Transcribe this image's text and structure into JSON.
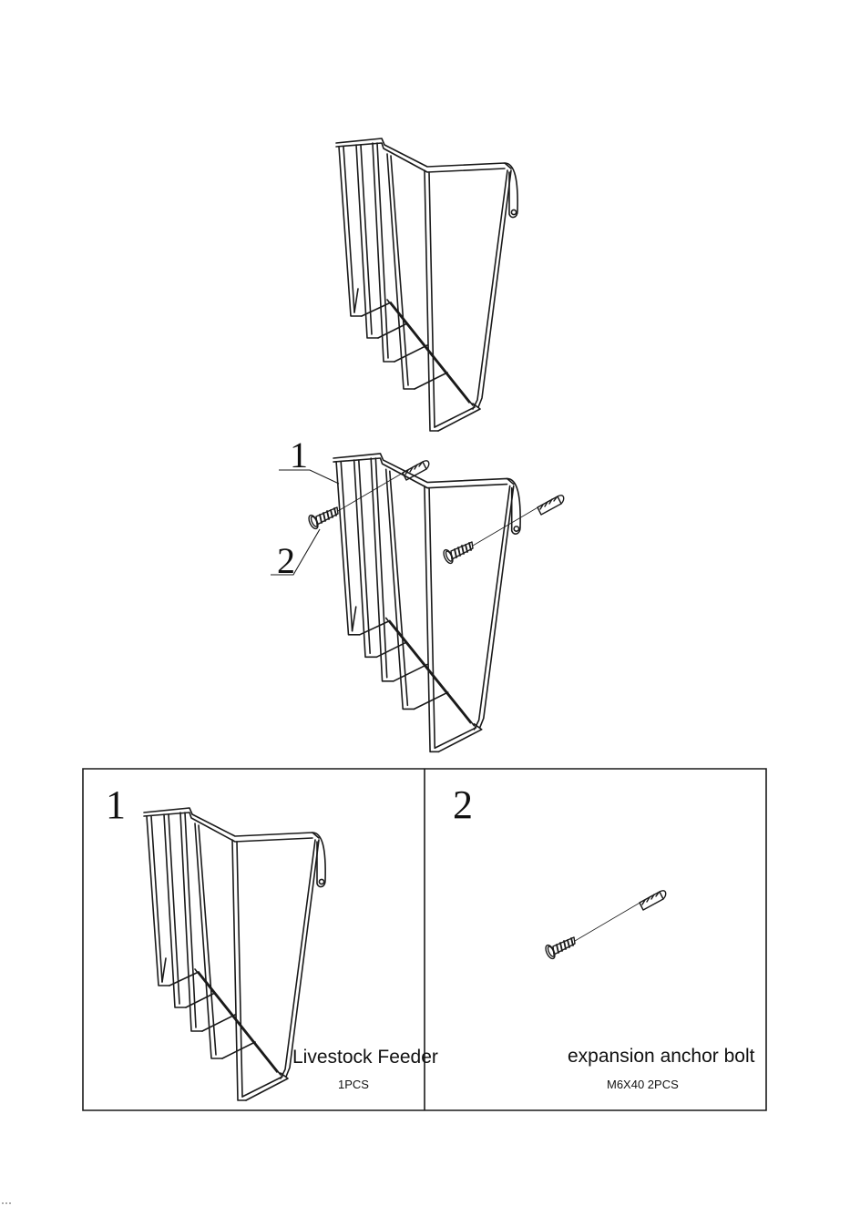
{
  "assembly": {
    "callouts": [
      "1",
      "2"
    ]
  },
  "parts": [
    {
      "number": "1",
      "name": "Livestock Feeder",
      "quantity": "1PCS"
    },
    {
      "number": "2",
      "name": "expansion anchor bolt",
      "quantity": "M6X40 2PCS"
    }
  ],
  "colors": {
    "line": "#1a1a1a",
    "background": "#ffffff"
  },
  "icons": [
    "wire-feeder-icon",
    "expansion-anchor-bolt-icon"
  ]
}
